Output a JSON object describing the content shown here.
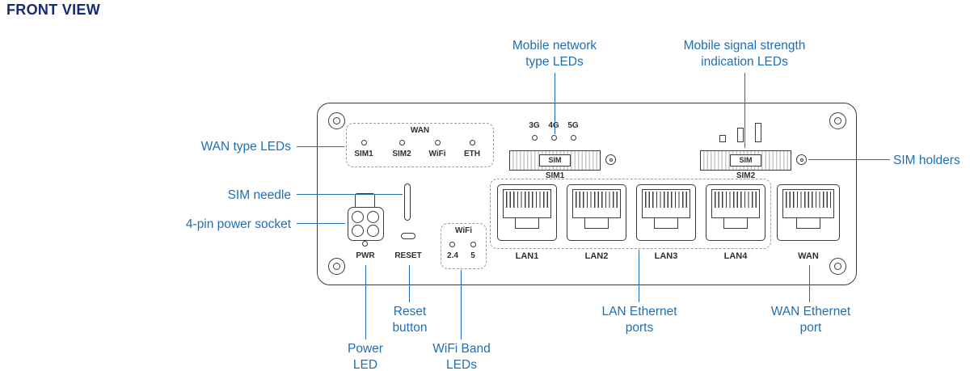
{
  "title": "FRONT VIEW",
  "callouts": {
    "wan_type": "WAN type LEDs",
    "mobile_network": "Mobile network\ntype LEDs",
    "signal_strength": "Mobile signal strength\nindication LEDs",
    "sim_holders": "SIM holders",
    "sim_needle": "SIM needle",
    "power_socket": "4-pin power socket",
    "reset_button": "Reset\nbutton",
    "power_led": "Power\nLED",
    "wifi_band": "WiFi Band\nLEDs",
    "lan_ports": "LAN Ethernet\nports",
    "wan_port": "WAN Ethernet\nport"
  },
  "panel": {
    "wan_box": {
      "title": "WAN",
      "leds": [
        "SIM1",
        "SIM2",
        "WiFi",
        "ETH"
      ]
    },
    "network_leds": [
      "3G",
      "4G",
      "5G"
    ],
    "sim_slots": [
      {
        "slot": "SIM",
        "name": "SIM1"
      },
      {
        "slot": "SIM",
        "name": "SIM2"
      }
    ],
    "ports": [
      "LAN1",
      "LAN2",
      "LAN3",
      "LAN4",
      "WAN"
    ],
    "wifi_box": {
      "title": "WiFi",
      "leds": [
        "2.4",
        "5"
      ]
    },
    "power_led_label": "PWR",
    "reset_label": "RESET"
  },
  "colors": {
    "title": "#172a77",
    "callout": "#1e6fb5",
    "outline": "#3b3b3b",
    "dashed": "#9a9a9a"
  }
}
